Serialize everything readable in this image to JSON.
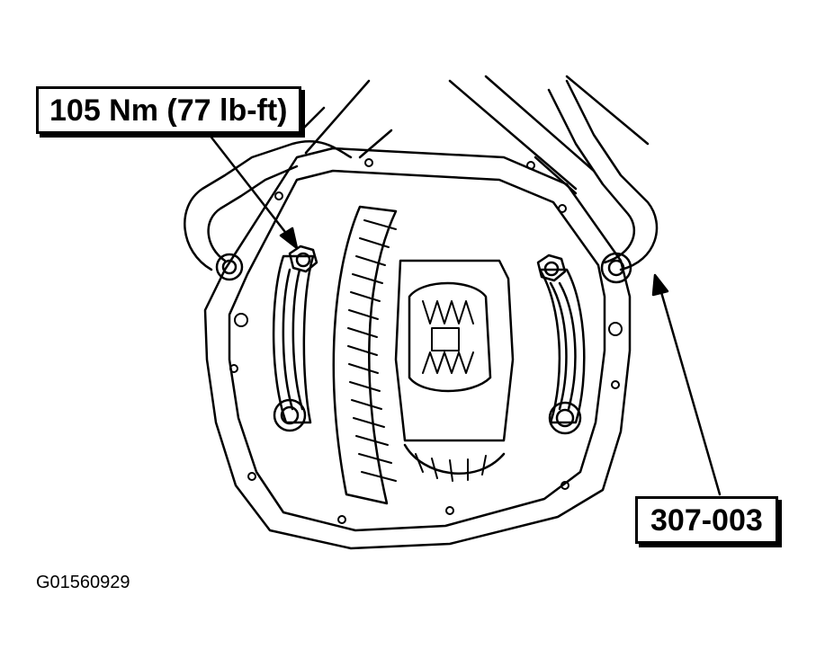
{
  "callouts": {
    "torque": "105 Nm (77 lb-ft)",
    "tool": "307-003"
  },
  "figure_id": "G01560929",
  "colors": {
    "ink": "#000000",
    "paper": "#ffffff"
  }
}
